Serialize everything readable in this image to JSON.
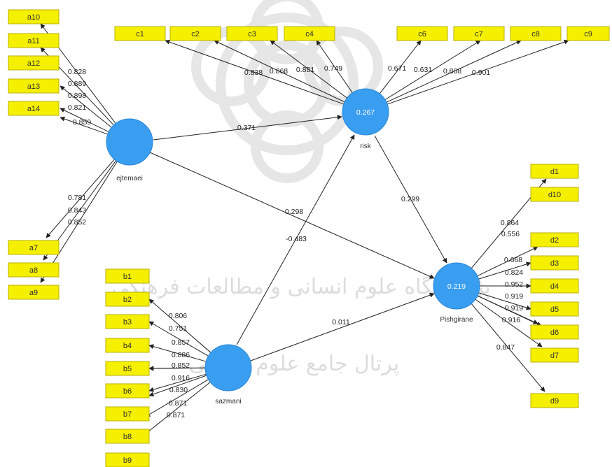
{
  "diagram": {
    "watermark": {
      "line1": "پژوهشگاه علوم انسانی و مطالعات فرهنگی",
      "line2": "پرتال جامع علوم انسانی"
    },
    "latent": [
      {
        "id": "ejtemaei",
        "label": "ejtemaei",
        "value": ""
      },
      {
        "id": "risk",
        "label": "risk",
        "value": "0.267"
      },
      {
        "id": "sazmani",
        "label": "sazmani",
        "value": ""
      },
      {
        "id": "pishgirane",
        "label": "Pishgirane",
        "value": "0.219"
      }
    ],
    "indicators": [
      {
        "id": "a10",
        "label": "a10"
      },
      {
        "id": "a11",
        "label": "a11"
      },
      {
        "id": "a12",
        "label": "a12"
      },
      {
        "id": "a13",
        "label": "a13"
      },
      {
        "id": "a14",
        "label": "a14"
      },
      {
        "id": "a7",
        "label": "a7"
      },
      {
        "id": "a8",
        "label": "a8"
      },
      {
        "id": "a9",
        "label": "a9"
      },
      {
        "id": "c1",
        "label": "c1"
      },
      {
        "id": "c2",
        "label": "c2"
      },
      {
        "id": "c3",
        "label": "c3"
      },
      {
        "id": "c4",
        "label": "c4"
      },
      {
        "id": "c6",
        "label": "c6"
      },
      {
        "id": "c7",
        "label": "c7"
      },
      {
        "id": "c8",
        "label": "c8"
      },
      {
        "id": "c9",
        "label": "c9"
      },
      {
        "id": "b1",
        "label": "b1"
      },
      {
        "id": "b2",
        "label": "b2"
      },
      {
        "id": "b3",
        "label": "b3"
      },
      {
        "id": "b4",
        "label": "b4"
      },
      {
        "id": "b5",
        "label": "b5"
      },
      {
        "id": "b6",
        "label": "b6"
      },
      {
        "id": "b7",
        "label": "b7"
      },
      {
        "id": "b8",
        "label": "b8"
      },
      {
        "id": "b9",
        "label": "b9"
      },
      {
        "id": "d1",
        "label": "d1"
      },
      {
        "id": "d10",
        "label": "d10"
      },
      {
        "id": "d2",
        "label": "d2"
      },
      {
        "id": "d3",
        "label": "d3"
      },
      {
        "id": "d4",
        "label": "d4"
      },
      {
        "id": "d5",
        "label": "d5"
      },
      {
        "id": "d6",
        "label": "d6"
      },
      {
        "id": "d7",
        "label": "d7"
      },
      {
        "id": "d9",
        "label": "d9"
      }
    ],
    "loadings": [
      {
        "from": "ejtemaei",
        "to": "a11",
        "value": "0.828"
      },
      {
        "from": "ejtemaei",
        "to": "a12",
        "value": "0.889"
      },
      {
        "from": "ejtemaei",
        "to": "a13",
        "value": "0.898"
      },
      {
        "from": "ejtemaei",
        "to": "a14",
        "value": "0.821"
      },
      {
        "from": "ejtemaei",
        "to": "a14b",
        "value": "0.859"
      },
      {
        "from": "ejtemaei",
        "to": "a7",
        "value": "0.781"
      },
      {
        "from": "ejtemaei",
        "to": "a8",
        "value": "0.843"
      },
      {
        "from": "ejtemaei",
        "to": "a9",
        "value": "0.852"
      },
      {
        "from": "risk",
        "to": "c1",
        "value": "0.838"
      },
      {
        "from": "risk",
        "to": "c2",
        "value": "0.868"
      },
      {
        "from": "risk",
        "to": "c3",
        "value": "0.881"
      },
      {
        "from": "risk",
        "to": "c4",
        "value": "0.749"
      },
      {
        "from": "risk",
        "to": "c6",
        "value": "0.671"
      },
      {
        "from": "risk",
        "to": "c7",
        "value": "0.631"
      },
      {
        "from": "risk",
        "to": "c8",
        "value": "0.868"
      },
      {
        "from": "risk",
        "to": "c9",
        "value": "0.901"
      },
      {
        "from": "sazmani",
        "to": "b2",
        "value": "0.806"
      },
      {
        "from": "sazmani",
        "to": "b3",
        "value": "0.751"
      },
      {
        "from": "sazmani",
        "to": "b4",
        "value": "0.857"
      },
      {
        "from": "sazmani",
        "to": "b5",
        "value": "0.886"
      },
      {
        "from": "sazmani",
        "to": "b5b",
        "value": "0.852"
      },
      {
        "from": "sazmani",
        "to": "b6",
        "value": "0.916"
      },
      {
        "from": "sazmani",
        "to": "b6b",
        "value": "0.830"
      },
      {
        "from": "sazmani",
        "to": "b7",
        "value": "0.871"
      },
      {
        "from": "sazmani",
        "to": "b8",
        "value": "0.871"
      },
      {
        "from": "pishgirane",
        "to": "d10",
        "value": "0.864"
      },
      {
        "from": "pishgirane",
        "to": "d2",
        "value": "0.556"
      },
      {
        "from": "pishgirane",
        "to": "d3",
        "value": "0.668"
      },
      {
        "from": "pishgirane",
        "to": "d4",
        "value": "0.824"
      },
      {
        "from": "pishgirane",
        "to": "d5",
        "value": "0.952"
      },
      {
        "from": "pishgirane",
        "to": "d6",
        "value": "0.919"
      },
      {
        "from": "pishgirane",
        "to": "d6b",
        "value": "0.919"
      },
      {
        "from": "pishgirane",
        "to": "d7",
        "value": "0.916"
      },
      {
        "from": "pishgirane",
        "to": "d9",
        "value": "0.847"
      }
    ],
    "paths": [
      {
        "from": "ejtemaei",
        "to": "risk",
        "value": "0.371"
      },
      {
        "from": "ejtemaei",
        "to": "pishgirane",
        "value": "0.298"
      },
      {
        "from": "risk",
        "to": "pishgirane",
        "value": "0.299"
      },
      {
        "from": "sazmani",
        "to": "risk",
        "value": "-0.483"
      },
      {
        "from": "sazmani",
        "to": "pishgirane",
        "value": "0.011"
      }
    ],
    "colors": {
      "latent": "#3a9ef0",
      "indicator": "#f5ef00",
      "line": "#222222"
    }
  }
}
